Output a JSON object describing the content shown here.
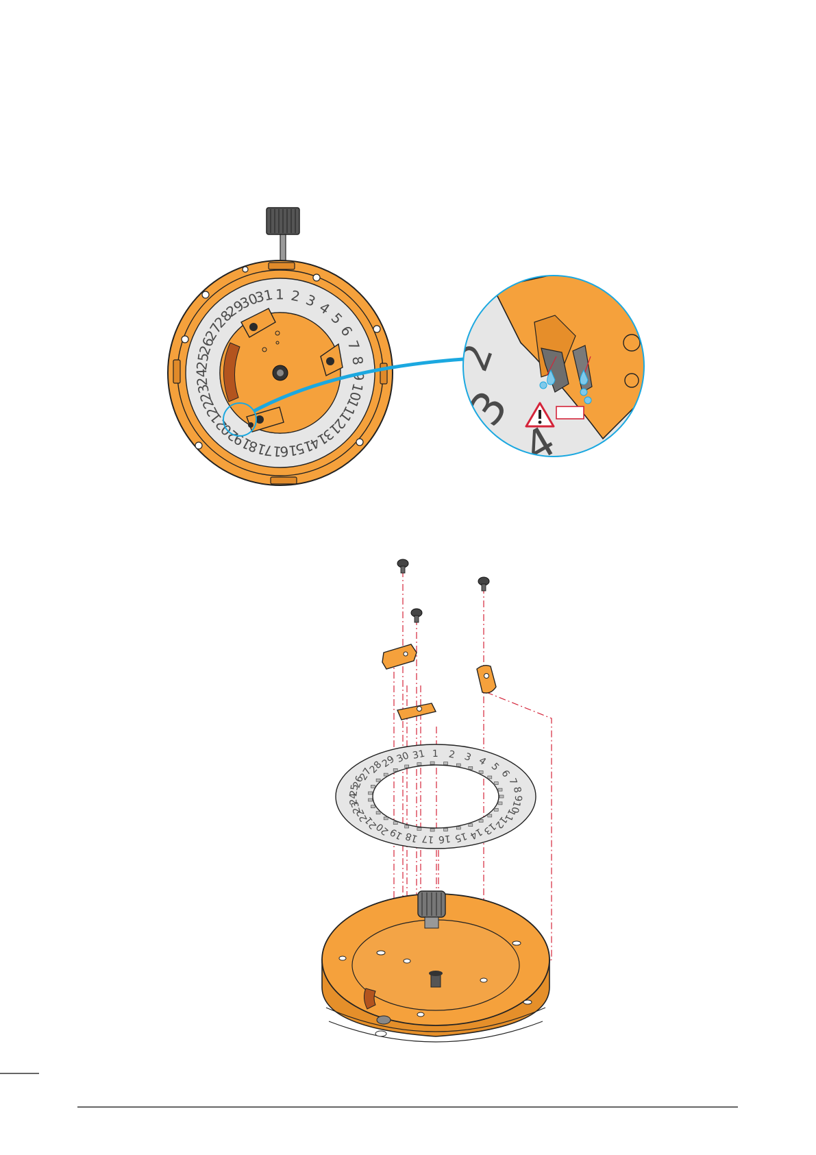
{
  "figure": {
    "top_view": {
      "date_numbers": [
        "26",
        "27",
        "28",
        "29",
        "30",
        "31",
        "1",
        "2",
        "3",
        "4",
        "5",
        "6",
        "7",
        "8",
        "9",
        "10",
        "11",
        "12",
        "13",
        "14",
        "15",
        "16",
        "17",
        "18",
        "19",
        "20",
        "21",
        "22",
        "23",
        "24",
        "25"
      ]
    },
    "detail_view": {
      "digits": [
        "2",
        "3",
        "4"
      ],
      "warning_icon": "warning-triangle-icon"
    },
    "exploded_view": {
      "date_numbers": [
        "26",
        "27",
        "28",
        "29",
        "30",
        "31",
        "1",
        "2",
        "3",
        "4",
        "5",
        "6",
        "7",
        "8",
        "9",
        "10",
        "11",
        "12",
        "13",
        "14",
        "15",
        "16",
        "17",
        "18",
        "19",
        "20",
        "21",
        "22",
        "23",
        "24",
        "25"
      ]
    }
  },
  "colors": {
    "brass": "#F5A13C",
    "brass_dark": "#C26A12",
    "disc": "#E6E6E6",
    "outline": "#222222",
    "leader": "#1BA8E0",
    "centre_line": "#D4243A",
    "warning": "#D4243A"
  }
}
